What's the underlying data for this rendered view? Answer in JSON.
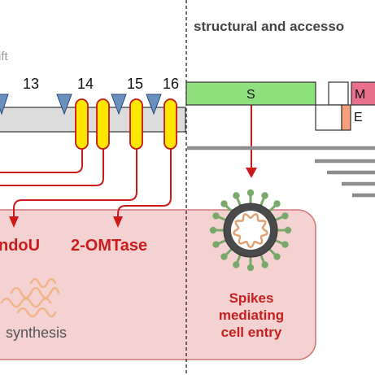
{
  "header": {
    "structural_title": "structural and accesso",
    "frameshift_fragment": "ift"
  },
  "nsp_numbers": [
    "13",
    "14",
    "15",
    "16"
  ],
  "genes": {
    "s_label": "S",
    "m_label": "M",
    "e_label": "E"
  },
  "functions": {
    "endou_label": "ndoU",
    "omtase_label": "2-OMTase",
    "synthesis_label": "synthesis",
    "spikes_line1": "Spikes",
    "spikes_line2": "mediating",
    "spikes_line3": "cell entry"
  },
  "colors": {
    "genome_bar": "#dcdcdc",
    "protease_site_triangle": "#6a90c0",
    "nsp_pill_fill": "#ffe600",
    "arrow_red": "#cc1a1a",
    "s_gene": "#8ee07e",
    "m_gene": "#e8708a",
    "e_gene": "#f4a07a",
    "function_panel": "#f5d2d2",
    "spike_green": "#7aa86a",
    "text_red": "#c81e1e",
    "text_grey": "#555555"
  },
  "icons": {
    "virion": "coronavirus-particle-icon",
    "rna": "rna-squiggle-icon"
  }
}
